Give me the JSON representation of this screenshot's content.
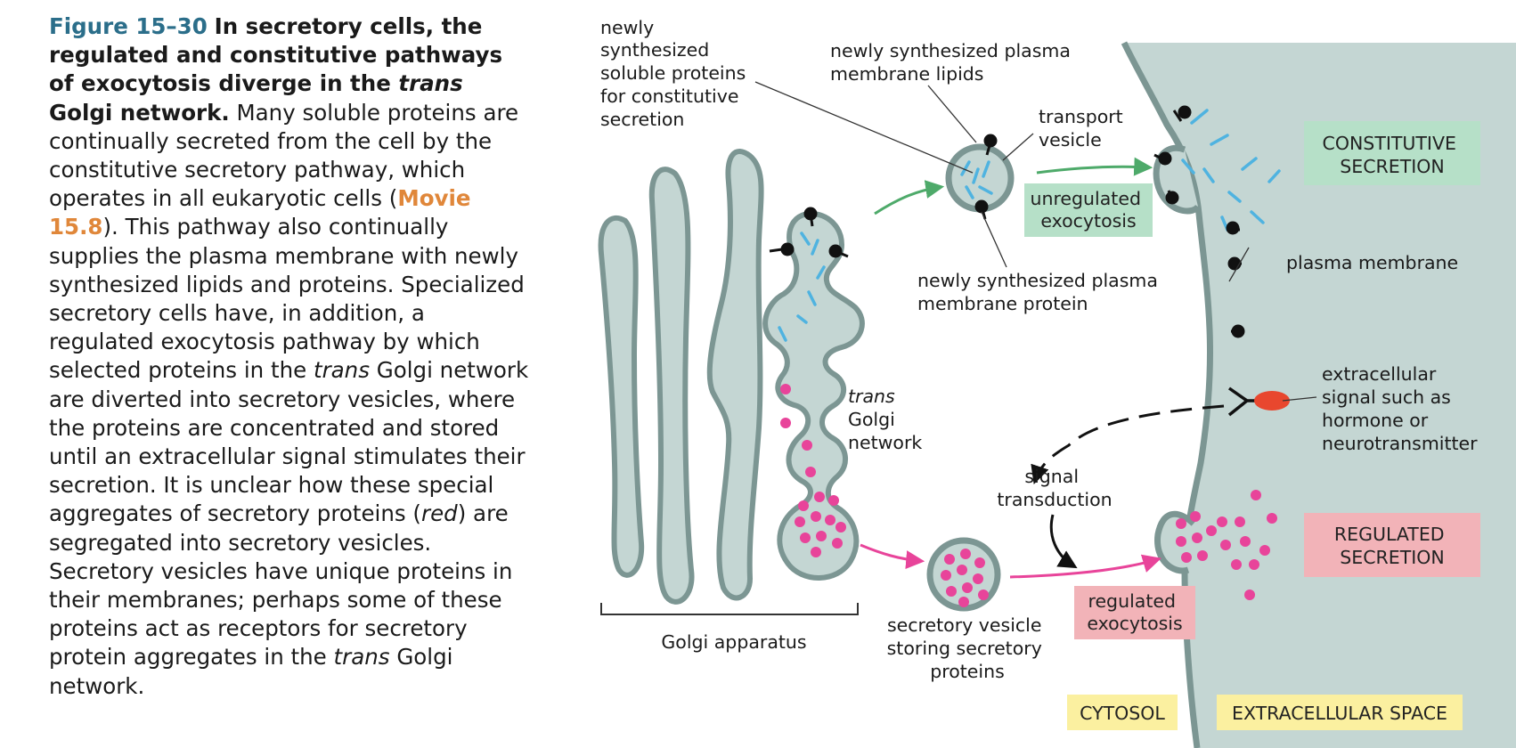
{
  "caption": {
    "figure_number": "Figure 15–30",
    "title_parts": [
      "In secretory cells, the regulated and constitutive pathways of exocytosis diverge in the ",
      "trans",
      " Golgi network."
    ],
    "body_1": " Many soluble proteins are continually secreted from the cell by the constitutive secretory pathway, which operates in all eukaryotic cells (",
    "movie": "Movie 15.8",
    "body_2": "). This pathway also continually supplies the plasma membrane with newly synthesized lipids and proteins. Specialized secretory cells have, in addition, a regulated exocytosis pathway by which selected proteins in the ",
    "trans_1": "trans",
    "body_3": " Golgi network are diverted into secretory vesicles, where the proteins are concentrated and stored until an extracellular signal stimulates their secretion. It is unclear how these special aggregates of secretory proteins (",
    "red": "red",
    "body_4": ") are segregated into secretory vesicles. Secretory vesicles have unique proteins in their membranes; perhaps some of these proteins act as receptors for secretory protein aggregates in the ",
    "trans_2": "trans",
    "body_5": " Golgi network."
  },
  "labels": {
    "soluble_proteins": [
      "newly",
      "synthesized",
      "soluble proteins",
      "for constitutive",
      "secretion"
    ],
    "pm_lipids": [
      "newly synthesized plasma",
      "membrane lipids"
    ],
    "transport_vesicle": [
      "transport",
      "vesicle"
    ],
    "pm_protein": [
      "newly synthesized plasma",
      "membrane protein"
    ],
    "trans_golgi": [
      "trans",
      "Golgi",
      "network"
    ],
    "golgi_apparatus": "Golgi apparatus",
    "secretory_vesicle": [
      "secretory vesicle",
      "storing secretory",
      "proteins"
    ],
    "plasma_membrane": "plasma membrane",
    "extracellular_signal": [
      "extracellular",
      "signal such as",
      "hormone or",
      "neurotransmitter"
    ],
    "signal_transduction": [
      "signal",
      "transduction"
    ]
  },
  "boxes": {
    "unregulated_exocytosis": [
      "unregulated",
      "exocytosis"
    ],
    "regulated_exocytosis": [
      "regulated",
      "exocytosis"
    ],
    "constitutive_secretion": [
      "CONSTITUTIVE",
      "SECRETION"
    ],
    "regulated_secretion": [
      "REGULATED",
      "SECRETION"
    ],
    "cytosol": "CYTOSOL",
    "extracellular_space": "EXTRACELLULAR SPACE"
  },
  "colors": {
    "membrane": "#7c9693",
    "lumen": "#c4d6d3",
    "soluble_protein": "#4fb3e0",
    "secretory_protein": "#e8449a",
    "green_arrow": "#4eaa6a",
    "pink_arrow": "#e8449a",
    "signal": "#e8472e",
    "green_box": "#b6e0c8",
    "pink_box": "#f2b3b8",
    "yellow_box": "#fbf0a0",
    "figure_number": "#2b6e8a",
    "movie_link": "#e0873a"
  }
}
